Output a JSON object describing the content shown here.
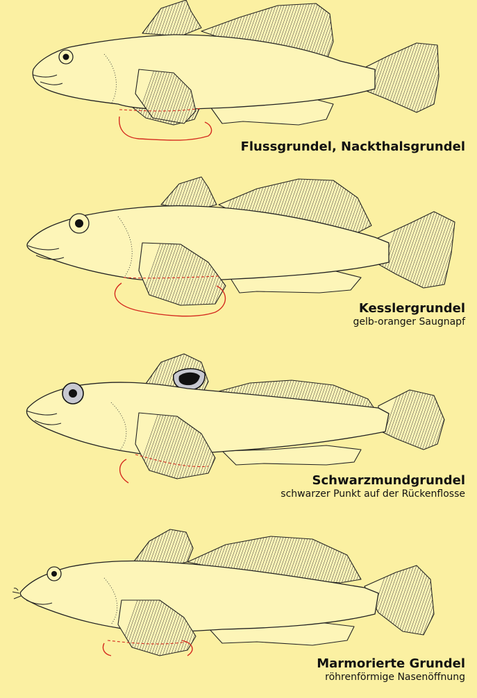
{
  "fish": [
    {
      "name": "Flussgrundel, Nackthalsgrundel",
      "subtitle": ""
    },
    {
      "name": "Kesslergrundel",
      "subtitle": "gelb-oranger Saugnapf"
    },
    {
      "name": "Schwarzmundgrundel",
      "subtitle": "schwarzer Punkt auf der Rückenflosse"
    },
    {
      "name": "Marmorierte Grundel",
      "subtitle": "röhrenförmige Nasenöffnung"
    }
  ],
  "colors": {
    "background": "#fbf0a2",
    "body": "#fdf5b8",
    "outline": "#222222",
    "sucker": "#d42a1e"
  },
  "icons": [
    "goby-illustration"
  ]
}
